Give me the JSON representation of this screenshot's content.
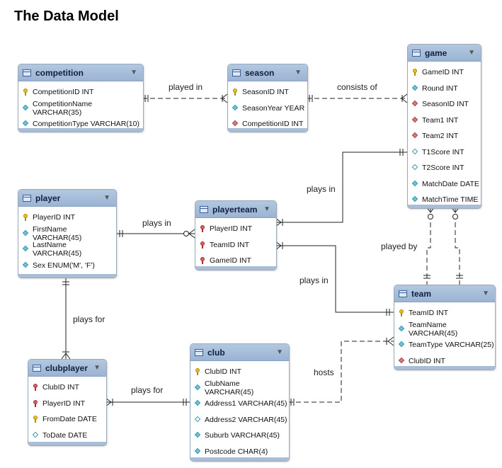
{
  "title": "The Data Model",
  "entities": {
    "competition": {
      "name": "competition",
      "columns": [
        {
          "text": "CompetitionID INT",
          "icon": "primary-key-icon"
        },
        {
          "text": "CompetitionName VARCHAR(35)",
          "icon": "column-icon"
        },
        {
          "text": "CompetitionType VARCHAR(10)",
          "icon": "column-icon"
        }
      ]
    },
    "season": {
      "name": "season",
      "columns": [
        {
          "text": "SeasonID INT",
          "icon": "primary-key-icon"
        },
        {
          "text": "SeasonYear YEAR",
          "icon": "column-icon"
        },
        {
          "text": "CompetitionID INT",
          "icon": "foreign-key-column-icon"
        }
      ]
    },
    "game": {
      "name": "game",
      "columns": [
        {
          "text": "GameID INT",
          "icon": "primary-key-icon"
        },
        {
          "text": "Round INT",
          "icon": "column-icon"
        },
        {
          "text": "SeasonID INT",
          "icon": "foreign-key-column-icon"
        },
        {
          "text": "Team1 INT",
          "icon": "foreign-key-column-icon"
        },
        {
          "text": "Team2 INT",
          "icon": "foreign-key-column-icon"
        },
        {
          "text": "T1Score INT",
          "icon": "nullable-column-icon"
        },
        {
          "text": "T2Score INT",
          "icon": "nullable-column-icon"
        },
        {
          "text": "MatchDate DATE",
          "icon": "column-icon"
        },
        {
          "text": "MatchTime TIME",
          "icon": "column-icon"
        }
      ]
    },
    "player": {
      "name": "player",
      "columns": [
        {
          "text": "PlayerID INT",
          "icon": "primary-key-icon"
        },
        {
          "text": "FirstName VARCHAR(45)",
          "icon": "column-icon"
        },
        {
          "text": "LastName VARCHAR(45)",
          "icon": "column-icon"
        },
        {
          "text": "Sex ENUM('M', 'F')",
          "icon": "column-icon"
        }
      ]
    },
    "playerteam": {
      "name": "playerteam",
      "columns": [
        {
          "text": "PlayerID INT",
          "icon": "foreign-key-icon"
        },
        {
          "text": "TeamID INT",
          "icon": "foreign-key-icon"
        },
        {
          "text": "GameID INT",
          "icon": "foreign-key-icon"
        }
      ]
    },
    "team": {
      "name": "team",
      "columns": [
        {
          "text": "TeamID INT",
          "icon": "primary-key-icon"
        },
        {
          "text": "TeamName VARCHAR(45)",
          "icon": "column-icon"
        },
        {
          "text": "TeamType VARCHAR(25)",
          "icon": "column-icon"
        },
        {
          "text": "ClubID INT",
          "icon": "foreign-key-column-icon"
        }
      ]
    },
    "clubplayer": {
      "name": "clubplayer",
      "columns": [
        {
          "text": "ClubID INT",
          "icon": "foreign-key-icon"
        },
        {
          "text": "PlayerID INT",
          "icon": "foreign-key-icon"
        },
        {
          "text": "FromDate DATE",
          "icon": "primary-key-icon"
        },
        {
          "text": "ToDate DATE",
          "icon": "nullable-column-icon"
        }
      ]
    },
    "club": {
      "name": "club",
      "columns": [
        {
          "text": "ClubID INT",
          "icon": "primary-key-icon"
        },
        {
          "text": "ClubName VARCHAR(45)",
          "icon": "column-icon"
        },
        {
          "text": "Address1 VARCHAR(45)",
          "icon": "column-icon"
        },
        {
          "text": "Address2 VARCHAR(45)",
          "icon": "nullable-column-icon"
        },
        {
          "text": "Suburb VARCHAR(45)",
          "icon": "column-icon"
        },
        {
          "text": "Postcode CHAR(4)",
          "icon": "column-icon"
        }
      ]
    }
  },
  "relationships": {
    "competition_season": "played in",
    "season_game": "consists of",
    "player_playerteam": "plays in",
    "playerteam_game": "plays in",
    "playerteam_team": "plays in",
    "game_team": "played by",
    "player_clubplayer": "plays for",
    "clubplayer_club": "plays for",
    "club_team": "hosts"
  }
}
